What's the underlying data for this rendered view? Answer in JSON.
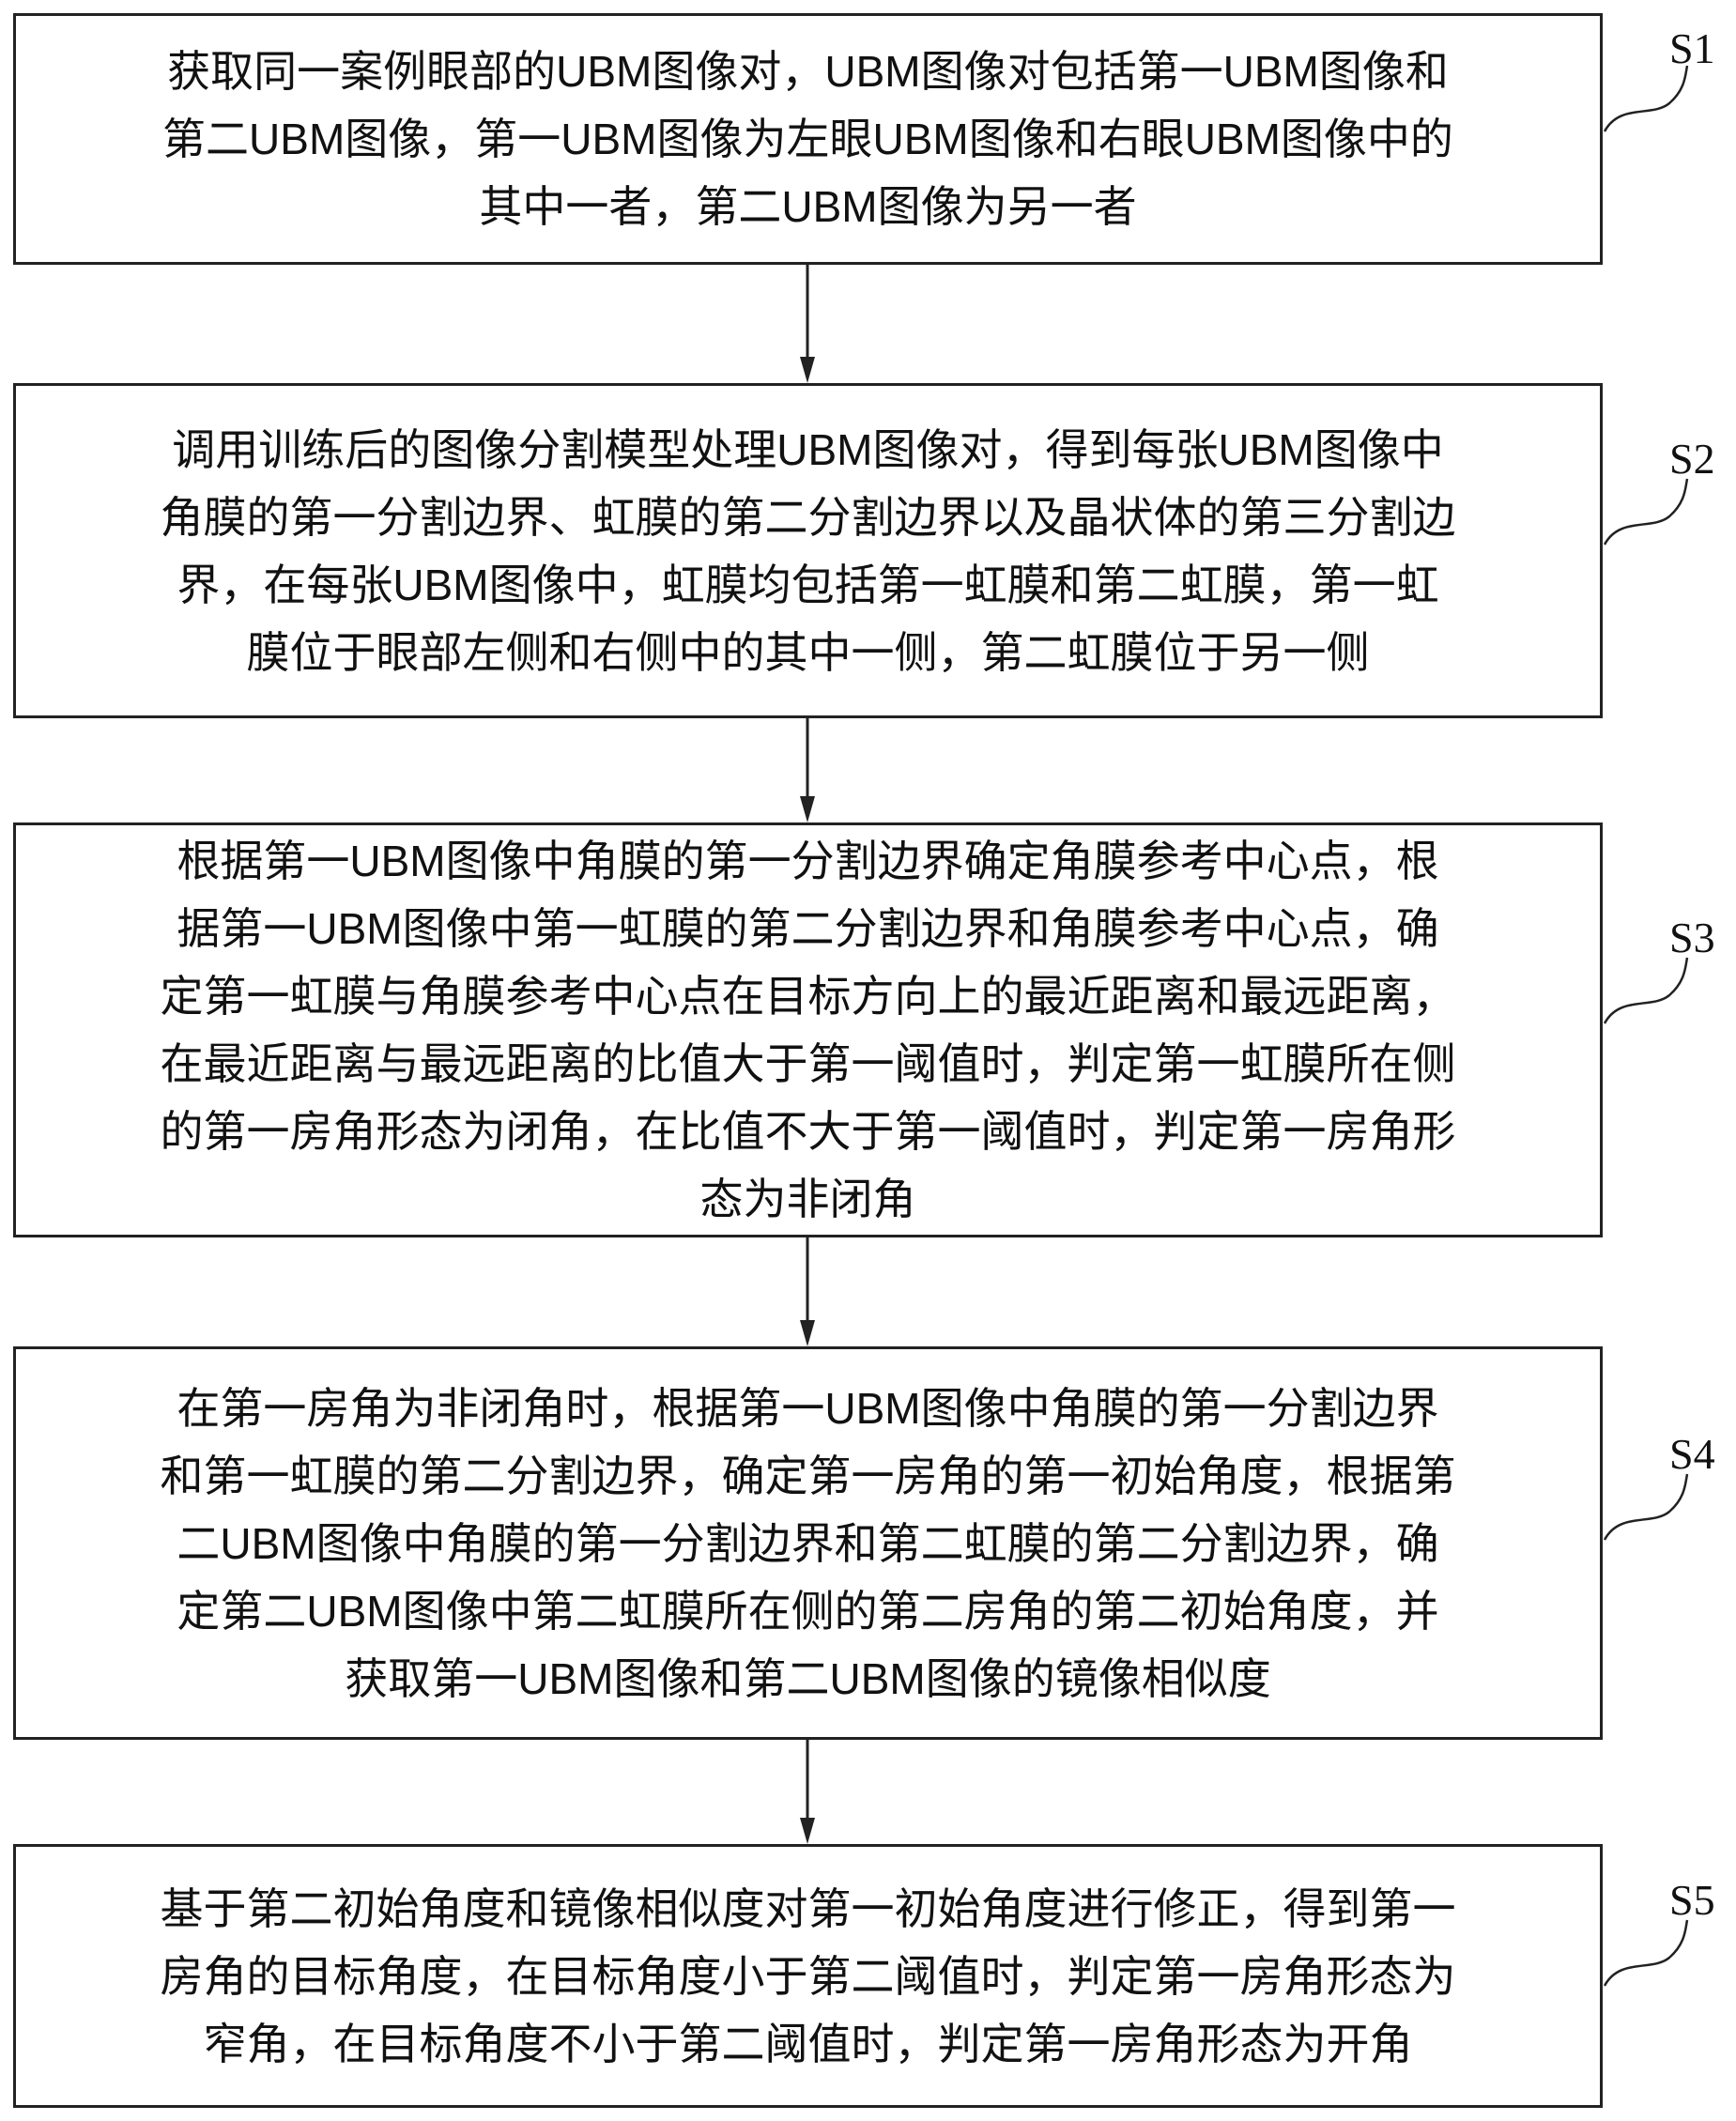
{
  "steps": [
    {
      "label": "S1",
      "lines": [
        "获取同一案例眼部的UBM图像对，UBM图像对包括第一UBM图像和",
        "第二UBM图像，第一UBM图像为左眼UBM图像和右眼UBM图像中的",
        "其中一者，第二UBM图像为另一者"
      ]
    },
    {
      "label": "S2",
      "lines": [
        "调用训练后的图像分割模型处理UBM图像对，得到每张UBM图像中",
        "角膜的第一分割边界、虹膜的第二分割边界以及晶状体的第三分割边",
        "界，在每张UBM图像中，虹膜均包括第一虹膜和第二虹膜，第一虹",
        "膜位于眼部左侧和右侧中的其中一侧，第二虹膜位于另一侧"
      ]
    },
    {
      "label": "S3",
      "lines": [
        "根据第一UBM图像中角膜的第一分割边界确定角膜参考中心点，根",
        "据第一UBM图像中第一虹膜的第二分割边界和角膜参考中心点，确",
        "定第一虹膜与角膜参考中心点在目标方向上的最近距离和最远距离，",
        "在最近距离与最远距离的比值大于第一阈值时，判定第一虹膜所在侧",
        "的第一房角形态为闭角，在比值不大于第一阈值时，判定第一房角形",
        "态为非闭角"
      ]
    },
    {
      "label": "S4",
      "lines": [
        "在第一房角为非闭角时，根据第一UBM图像中角膜的第一分割边界",
        "和第一虹膜的第二分割边界，确定第一房角的第一初始角度，根据第",
        "二UBM图像中角膜的第一分割边界和第二虹膜的第二分割边界，确",
        "定第二UBM图像中第二虹膜所在侧的第二房角的第二初始角度，并",
        "获取第一UBM图像和第二UBM图像的镜像相似度"
      ]
    },
    {
      "label": "S5",
      "lines": [
        "基于第二初始角度和镜像相似度对第一初始角度进行修正，得到第一",
        "房角的目标角度，在目标角度小于第二阈值时，判定第一房角形态为",
        "窄角，在目标角度不小于第二阈值时，判定第一房角形态为开角"
      ]
    }
  ]
}
